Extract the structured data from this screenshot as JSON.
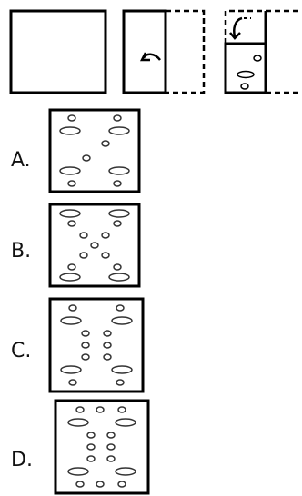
{
  "question": {
    "steps": [
      {
        "name": "square-paper"
      },
      {
        "name": "fold-right-half-over-left"
      },
      {
        "name": "fold-top-over-bottom-and-punch"
      }
    ]
  },
  "options": [
    {
      "label": "A."
    },
    {
      "label": "B."
    },
    {
      "label": "C."
    },
    {
      "label": "D."
    }
  ]
}
